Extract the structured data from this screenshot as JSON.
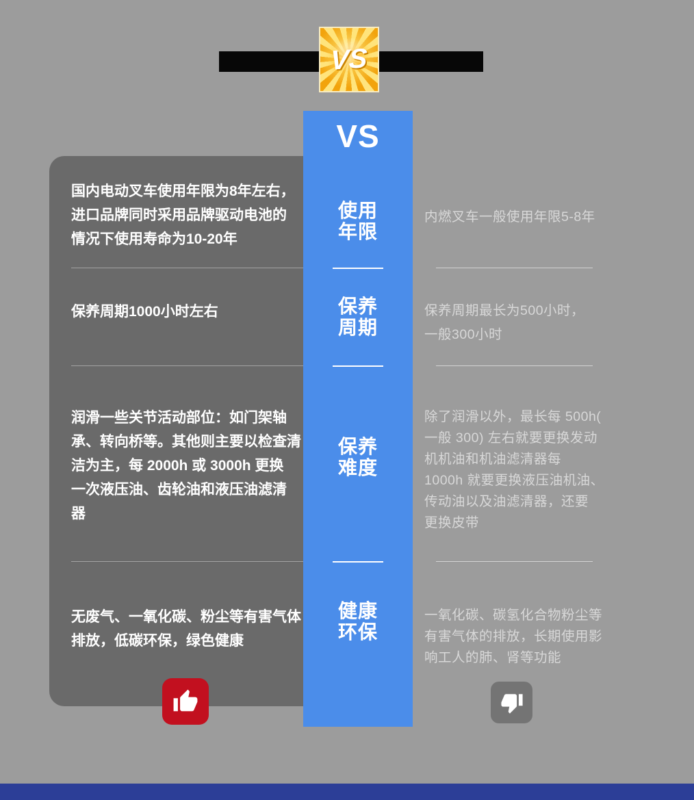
{
  "badge": {
    "label": "VS"
  },
  "center": {
    "header": "VS",
    "categories": [
      "使用\n年限",
      "保养\n周期",
      "保养\n难度",
      "健康\n环保"
    ]
  },
  "left": {
    "items": [
      "国内电动叉车使用年限为8年左右，\n进口品牌同时采用品牌驱动电池的\n情况下使用寿命为10-20年",
      "保养周期1000小时左右",
      "润滑一些关节活动部位：如门架轴\n承、转向桥等。其他则主要以检查清\n洁为主，每 2000h 或 3000h 更换\n一次液压油、齿轮油和液压油滤清\n器",
      "无废气、一氧化碳、粉尘等有害气体\n排放，低碳环保，绿色健康"
    ],
    "verdict": "thumbs-up"
  },
  "right": {
    "items": [
      "内燃叉车一般使用年限5-8年",
      "保养周期最长为500小时，\n一般300小时",
      "除了润滑以外，最长每 500h(\n一般 300) 左右就要更换发动\n机机油和机油滤清器每\n1000h 就要更换液压油机油、\n传动油以及油滤清器，还要\n更换皮带",
      "一氧化碳、碳氢化合物粉尘等\n有害气体的排放，长期使用影\n响工人的肺、肾等功能"
    ],
    "verdict": "thumbs-down"
  },
  "colors": {
    "background": "#9c9c9c",
    "left_panel": "#6a6a6a",
    "accent_blue": "#4b8dea",
    "footer_blue": "#2c3e97",
    "thumbs_up_red": "#c2101f",
    "thumbs_down_gray": "#747474",
    "badge_gold": "#f2a30c",
    "left_text": "#ffffff",
    "right_text": "#d8d8d8"
  }
}
